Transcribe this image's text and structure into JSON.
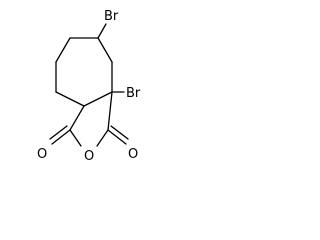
{
  "molecule": {
    "atoms": {
      "br_top": "Br",
      "br_bridgehead": "Br",
      "o_carbonyl_left": "O",
      "o_ring": "O",
      "o_carbonyl_right": "O"
    }
  }
}
